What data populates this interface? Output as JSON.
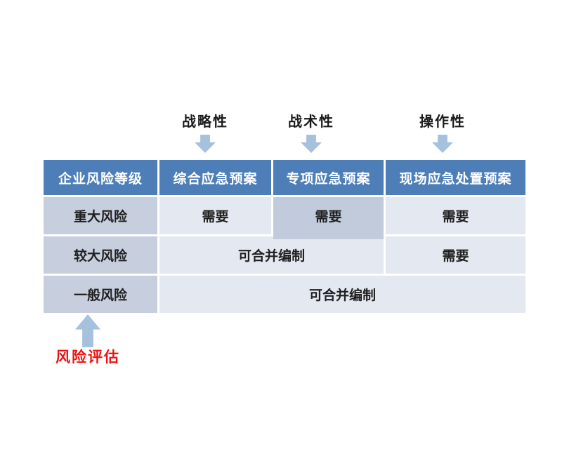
{
  "diagram": {
    "top_labels": [
      {
        "label": "战略性"
      },
      {
        "label": "战术性"
      },
      {
        "label": "操作性"
      }
    ],
    "table": {
      "headers": [
        "企业风险等级",
        "综合应急预案",
        "专项应急预案",
        "现场应急处置预案"
      ],
      "rows": [
        {
          "level": "重大风险",
          "cells": [
            "需要",
            "需要",
            "需要"
          ]
        },
        {
          "level": "较大风险",
          "cells": [
            "可合并编制",
            "需要"
          ]
        },
        {
          "level": "一般风险",
          "cells": [
            "可合并编制"
          ]
        }
      ]
    },
    "bottom_annotation": "风险评估",
    "colors": {
      "header_bg": "#4d7eb8",
      "header_text": "#ffffff",
      "level_cell_bg": "#c7cfdf",
      "data_cell_bg": "#e4e8f1",
      "highlight_cell_bg": "#c2cbdc",
      "arrow": "#a6c1dd",
      "annotation_red": "#ee1111",
      "label_text": "#1a1a1a"
    }
  }
}
